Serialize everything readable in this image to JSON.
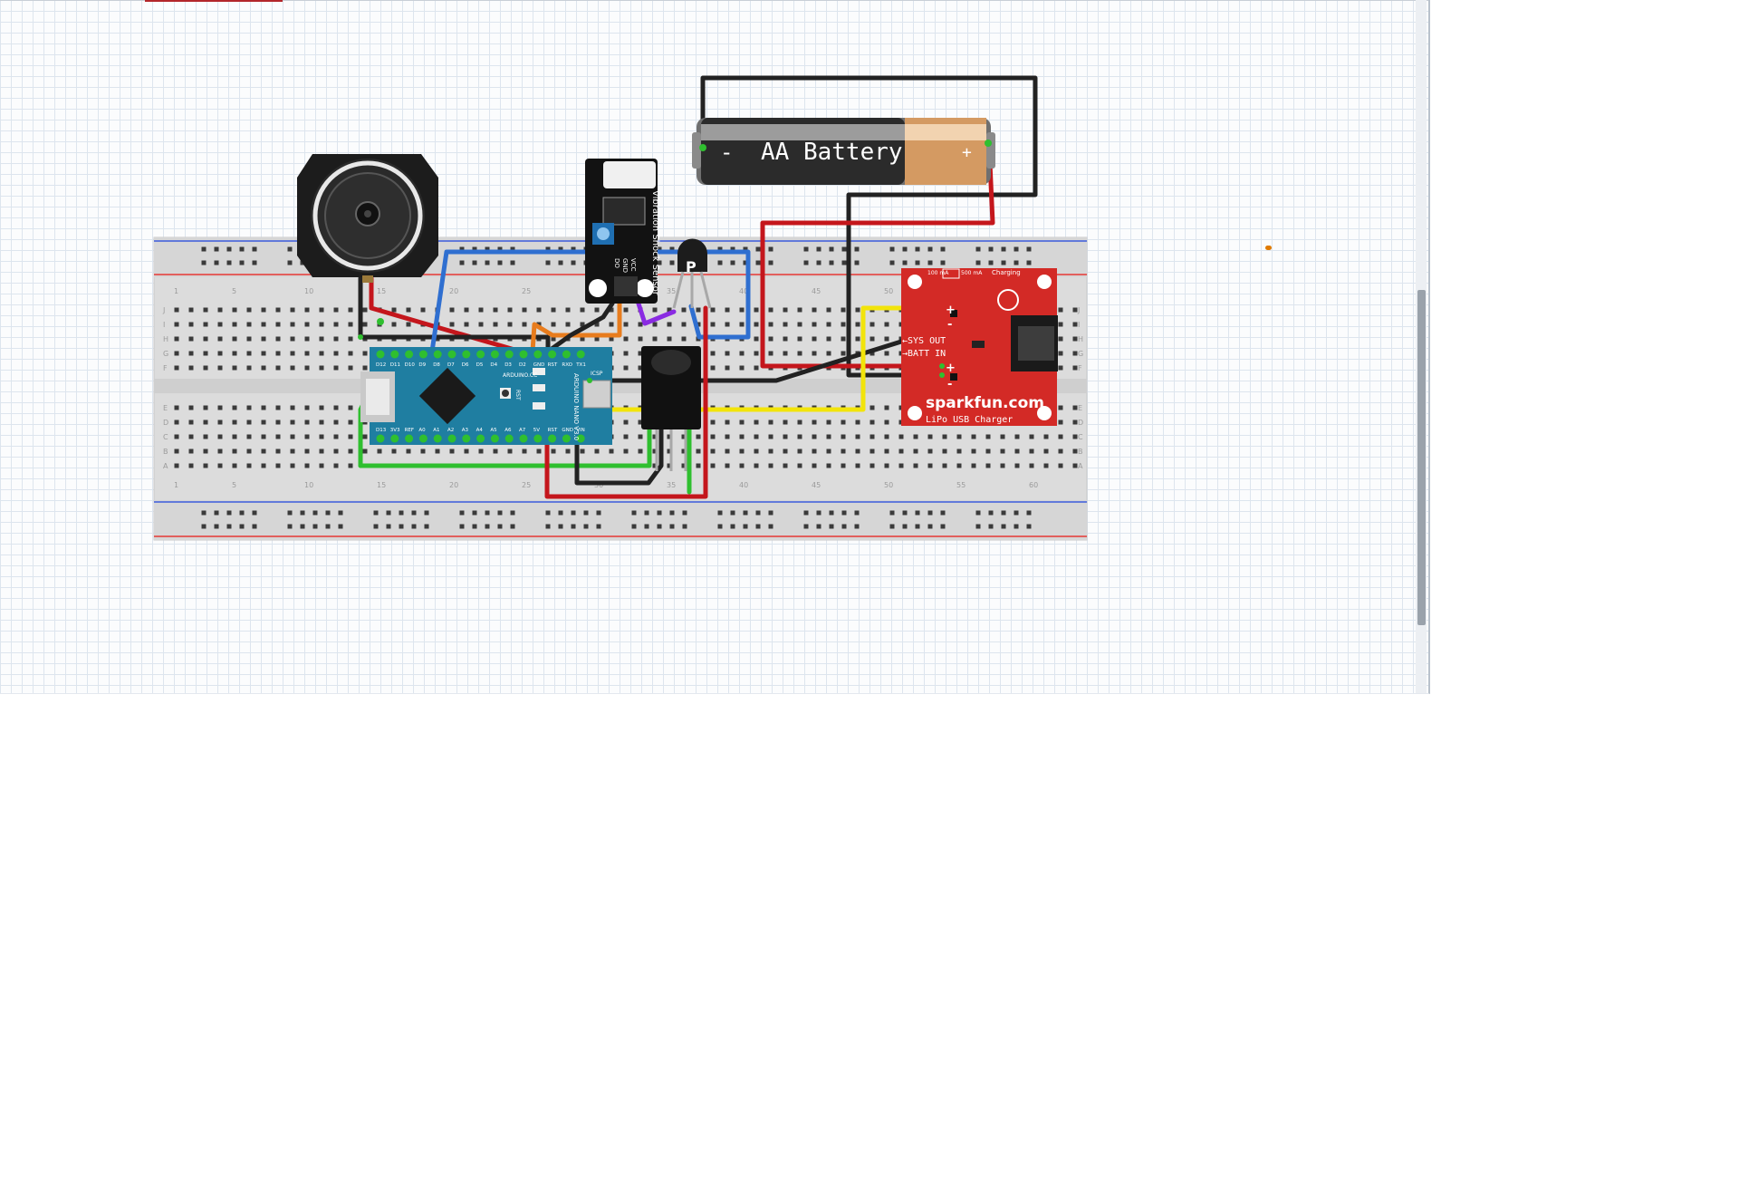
{
  "battery": {
    "label": "AA Battery",
    "minus": "-",
    "plus": "+"
  },
  "vibration_sensor": {
    "name": "Vibration Shock Sensor",
    "pins": [
      "DO",
      "GND",
      "VCC"
    ]
  },
  "transistor": {
    "label": "P"
  },
  "arduino": {
    "brand": "ARDUINO.CC",
    "model": "ARDUINO NANO V3.0",
    "icsp": "ICSP",
    "rst": "RST",
    "top_pins": [
      "D12",
      "D11",
      "D10",
      "D9",
      "D8",
      "D7",
      "D6",
      "D5",
      "D4",
      "D3",
      "D2",
      "GND",
      "RST",
      "RXO",
      "TX1"
    ],
    "bottom_pins": [
      "D13",
      "3V3",
      "REF",
      "A0",
      "A1",
      "A2",
      "A3",
      "A4",
      "A5",
      "A6",
      "A7",
      "5V",
      "RST",
      "GND",
      "VIN"
    ]
  },
  "charger": {
    "brand": "sparkfun.com",
    "title": "LiPo USB Charger",
    "charging": "Charging",
    "sys_out": "←SYS OUT",
    "batt_in": "→BATT IN",
    "plus": "+",
    "minus": "-",
    "rate_100": "100 mA",
    "rate_500": "500 mA"
  },
  "breadboard": {
    "column_numbers": [
      "1",
      "5",
      "10",
      "15",
      "20",
      "25",
      "30",
      "35",
      "40",
      "45",
      "50",
      "55",
      "60"
    ],
    "row_letters_top": [
      "J",
      "I",
      "H",
      "G",
      "F"
    ],
    "row_letters_bottom": [
      "E",
      "D",
      "C",
      "B",
      "A"
    ]
  },
  "colors": {
    "breadboard": "#dcdcdc",
    "wire_red": "#c4161c",
    "wire_black": "#222222",
    "wire_blue": "#2f6fd0",
    "wire_green": "#2fbf2f",
    "wire_yellow": "#f2e40a",
    "wire_orange": "#e87c1d",
    "wire_purple": "#8a2be2",
    "arduino_blue": "#1f7ea1",
    "charger_red": "#d32a26",
    "battery_copper": "#d49a62"
  }
}
